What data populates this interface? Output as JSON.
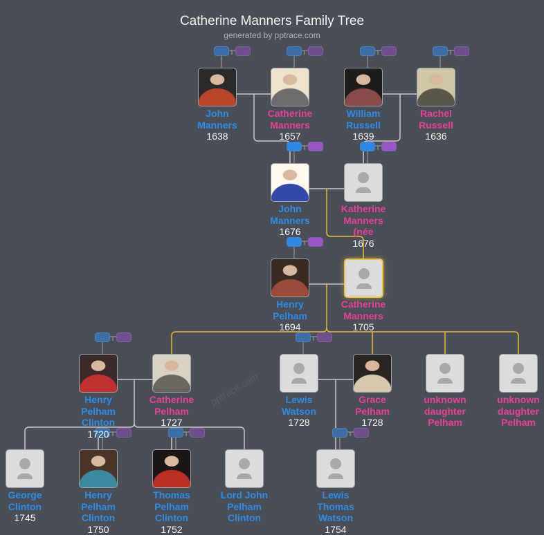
{
  "header": {
    "title": "Catherine Manners Family Tree",
    "subtitle": "generated by pptrace.com"
  },
  "watermark": "pptrace.com",
  "colors": {
    "background": "#4a4f57",
    "male": "#2d8be6",
    "female": "#e83e97",
    "highlight_line": "#e8b838",
    "line": "#c8c8c8"
  },
  "people": [
    {
      "name": "John Manners",
      "year": "1638",
      "gender": "m",
      "photo": true,
      "buttons": true
    },
    {
      "name": "Catherine Manners",
      "year": "1657",
      "gender": "f",
      "photo": true,
      "buttons": true
    },
    {
      "name": "William Russell",
      "year": "1639",
      "gender": "m",
      "photo": true,
      "buttons": true
    },
    {
      "name": "Rachel Russell",
      "year": "1636",
      "gender": "f",
      "photo": true,
      "buttons": true
    },
    {
      "name": "John Manners",
      "year": "1676",
      "gender": "m",
      "photo": true,
      "buttons": true
    },
    {
      "name": "Katherine Manners (née",
      "year": "1676",
      "gender": "f",
      "photo": false,
      "buttons": true
    },
    {
      "name": "Henry Pelham",
      "year": "1694",
      "gender": "m",
      "photo": true,
      "buttons": true
    },
    {
      "name": "Catherine Manners",
      "year": "1705",
      "gender": "f",
      "photo": false,
      "buttons": false,
      "selected": true
    },
    {
      "name": "Henry Pelham Clinton",
      "year": "1720",
      "gender": "m",
      "photo": true,
      "buttons": true
    },
    {
      "name": "Catherine Pelham",
      "year": "1727",
      "gender": "f",
      "photo": true,
      "buttons": false
    },
    {
      "name": "Lewis Watson",
      "year": "1728",
      "gender": "m",
      "photo": false,
      "buttons": true
    },
    {
      "name": "Grace Pelham",
      "year": "1728",
      "gender": "f",
      "photo": true,
      "buttons": false
    },
    {
      "name": "unknown daughter Pelham",
      "year": "",
      "gender": "f",
      "photo": false,
      "buttons": false
    },
    {
      "name": "unknown daughter Pelham",
      "year": "",
      "gender": "f",
      "photo": false,
      "buttons": false
    },
    {
      "name": "George Clinton",
      "year": "1745",
      "gender": "m",
      "photo": false,
      "buttons": false
    },
    {
      "name": "Henry Pelham Clinton",
      "year": "1750",
      "gender": "m",
      "photo": true,
      "buttons": true
    },
    {
      "name": "Thomas Pelham Clinton",
      "year": "1752",
      "gender": "m",
      "photo": true,
      "buttons": true
    },
    {
      "name": "Lord John Pelham Clinton",
      "year": "",
      "gender": "m",
      "photo": false,
      "buttons": false
    },
    {
      "name": "Lewis Thomas Watson",
      "year": "1754",
      "gender": "m",
      "photo": false,
      "buttons": true
    }
  ]
}
